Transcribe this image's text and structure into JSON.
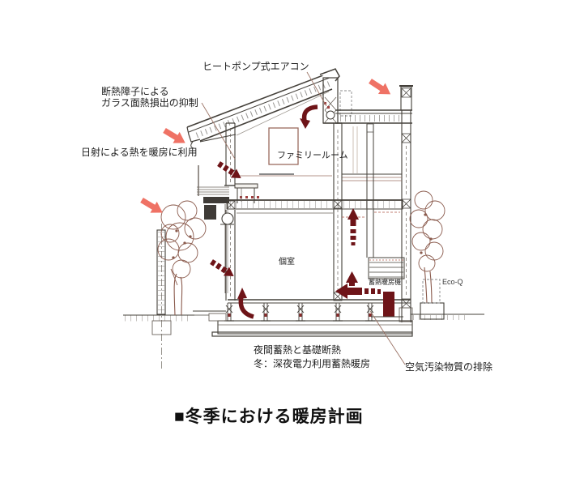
{
  "title": "■冬季における暖房計画",
  "labels": {
    "heat_pump": "ヒートポンプ式エアコン",
    "shoji_line1": "断熱障子による",
    "shoji_line2": "ガラス面熱損出の抑制",
    "solar": "日射による熱を暖房に利用",
    "family_room": "ファミリールーム",
    "private_room": "個室",
    "storage_heater": "蓄熱暖房機",
    "eco_q": "Eco-Q",
    "night_line1": "夜間蓄熱と基礎断熱",
    "night_line2": "冬：深夜電力利用蓄熱暖房",
    "air_pollution": "空気汚染物質の排除"
  },
  "colors": {
    "solar_arrow": "#ef7265",
    "heat_flow_arrow": "#6e1418",
    "structure_line": "#44403a",
    "secondary_line": "#9b7365",
    "heater_fill": "#6e1418"
  }
}
